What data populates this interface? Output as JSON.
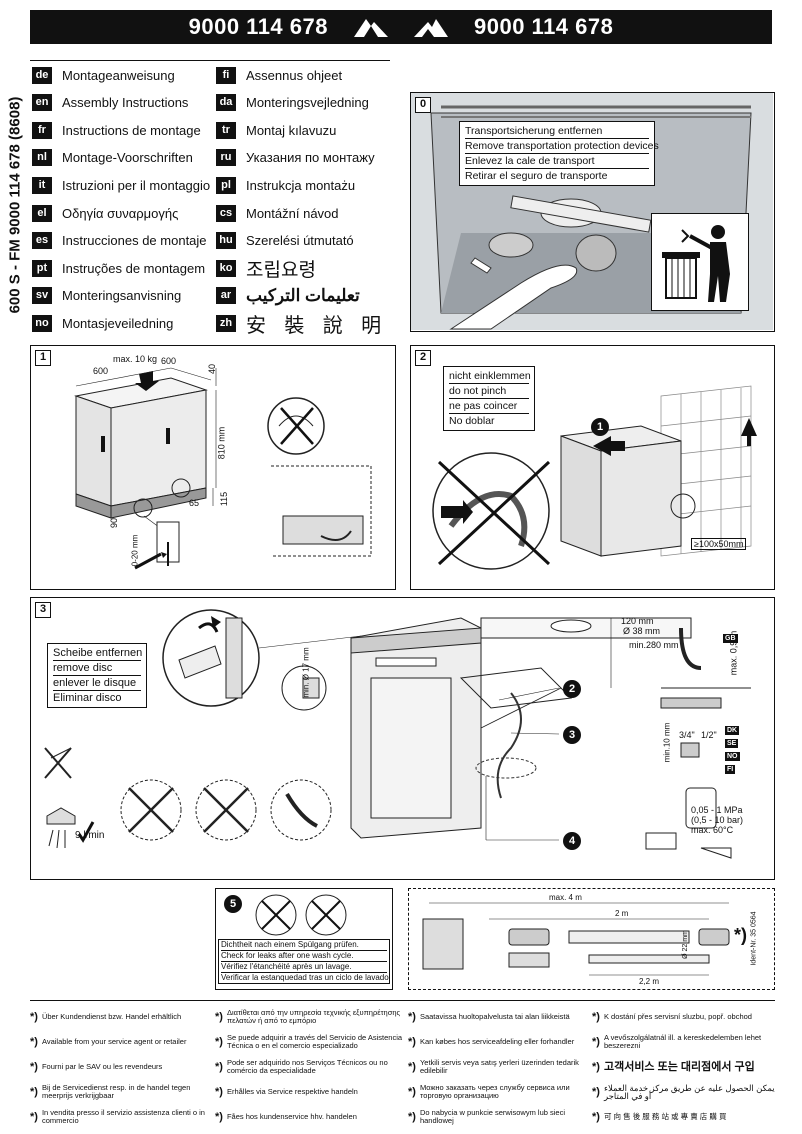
{
  "header": {
    "left_code": "9000 114 678",
    "right_code": "9000 114 678"
  },
  "side_vertical": "600 S - FM 9000 114 678 (8608)",
  "languages_left": [
    {
      "code": "de",
      "text": "Montageanweisung"
    },
    {
      "code": "en",
      "text": "Assembly Instructions"
    },
    {
      "code": "fr",
      "text": "Instructions de montage"
    },
    {
      "code": "nl",
      "text": "Montage-Voorschriften"
    },
    {
      "code": "it",
      "text": "Istruzioni per il montaggio"
    },
    {
      "code": "el",
      "text": "Οδηγία συναρμογής"
    },
    {
      "code": "es",
      "text": "Instrucciones de montaje"
    },
    {
      "code": "pt",
      "text": "Instruções de montagem"
    },
    {
      "code": "sv",
      "text": "Monteringsanvisning"
    },
    {
      "code": "no",
      "text": "Montasjeveiledning"
    }
  ],
  "languages_right": [
    {
      "code": "fi",
      "text": "Assennus ohjeet"
    },
    {
      "code": "da",
      "text": "Monteringsvejledning"
    },
    {
      "code": "tr",
      "text": "Montaj kılavuzu"
    },
    {
      "code": "ru",
      "text": "Указания по монтажу"
    },
    {
      "code": "pl",
      "text": "Instrukcja montażu"
    },
    {
      "code": "cs",
      "text": "Montážní návod"
    },
    {
      "code": "hu",
      "text": "Szerelési útmutató"
    },
    {
      "code": "ko",
      "text": "조립요령"
    },
    {
      "code": "ar",
      "text": "تعليمات التركيب"
    },
    {
      "code": "zh",
      "text": "安 裝 說 明"
    }
  ],
  "panel0": {
    "num": "0",
    "labels": [
      "Transportsicherung entfernen",
      "Remove transportation protection devices",
      "Enlevez la cale de transport",
      "Retirar el seguro de transporte"
    ]
  },
  "panel1": {
    "num": "1",
    "dims": {
      "w1": "600",
      "w2": "600",
      "max": "max. 10 kg",
      "d40": "40",
      "h810": "810 mm",
      "d115": "115",
      "d65": "65",
      "d90": "90",
      "adj": "0-20 mm"
    }
  },
  "panel2": {
    "num": "2",
    "labels": [
      "nicht einklemmen",
      "do not pinch",
      "ne pas coincer",
      "No doblar"
    ],
    "step": "1",
    "size": "≥100x50mm"
  },
  "panel3": {
    "num": "3",
    "labels": [
      "Scheibe entfernen",
      "remove disc",
      "enlever le disque",
      "Eliminar disco"
    ],
    "flow": "9 l/min",
    "min_dia": "min. Ø 17 mm",
    "drain": {
      "a": "120 mm",
      "b": "Ø 38 mm",
      "c": "min.280 mm",
      "d": "max. 0,9 m",
      "gb": "GB"
    },
    "thread": {
      "a": "3/4\"",
      "b": "1/2\"",
      "min": "min.10 mm",
      "tags": [
        "DK",
        "SE",
        "NO",
        "FI"
      ]
    },
    "pressure": [
      "0,05 - 1 MPa",
      "(0,5 - 10 bar)",
      "max. 60°C"
    ],
    "callouts": [
      "2",
      "3",
      "4"
    ]
  },
  "panel5": {
    "num": "5",
    "labels": [
      "Dichtheit nach einem Spülgang prüfen.",
      "Check for leaks after one wash cycle.",
      "Vérifiez l'étanchéité après un lavage.",
      "Verificar la estanquedad tras un ciclo de lavado"
    ]
  },
  "hose": {
    "max": "max. 4 m",
    "two_m": "2 m",
    "dia": "Ø 22 mm",
    "length": "2,2 m",
    "star": "*)",
    "ident": "Ident-Nr. 35 0564"
  },
  "notes": [
    {
      "text": "Über Kundendienst bzw. Handel erhältlich"
    },
    {
      "text": "Available from your service agent or retailer"
    },
    {
      "text": "Fourni par le SAV ou les revendeurs"
    },
    {
      "text": "Bij de Servicedienst resp. in de handel tegen meerprijs verkrijgbaar"
    },
    {
      "text": "In vendita presso il servizio assistenza clienti o in commercio"
    },
    {
      "text": "Διατίθεται από την υπηρεσία τεχνικής εξυπηρέτησης πελατών ή από το εμπόριο"
    },
    {
      "text": "Se puede adquirir a través del Servicio de Asistencia Técnica o en el comercio especializado"
    },
    {
      "text": "Pode ser adquirido nos Serviços Técnicos ou no comércio da especialidade"
    },
    {
      "text": "Erhålles via Service respektive handeln"
    },
    {
      "text": "Fåes hos kundenservice hhv. handelen"
    },
    {
      "text": "Saatavissa huoltopalvelusta tai alan liikkeistä"
    },
    {
      "text": "Kan købes hos serviceafdeling eller forhandler"
    },
    {
      "text": "Yetkili servis veya satış yerleri üzerinden tedarik edilebilir"
    },
    {
      "text": "Можно заказать через службу сервиса или торговую организацию"
    },
    {
      "text": "Do nabycia w punkcie serwisowym lub sieci handlowej"
    },
    {
      "text": "K dostání přes servisní sluzbu, popř. obchod"
    },
    {
      "text": "A vevőszolgálatnál ill. a kereskedelemben lehet beszerezni"
    },
    {
      "text": "고객서비스 또는 대리점에서 구입"
    },
    {
      "text": "يمكن الحصول عليه عن طريق مركز خدمة العملاء أو في المتاجر"
    },
    {
      "text": "可 向 售 後 服 務 站 或 專 賣 店 購 買"
    }
  ],
  "note_star": "*)"
}
